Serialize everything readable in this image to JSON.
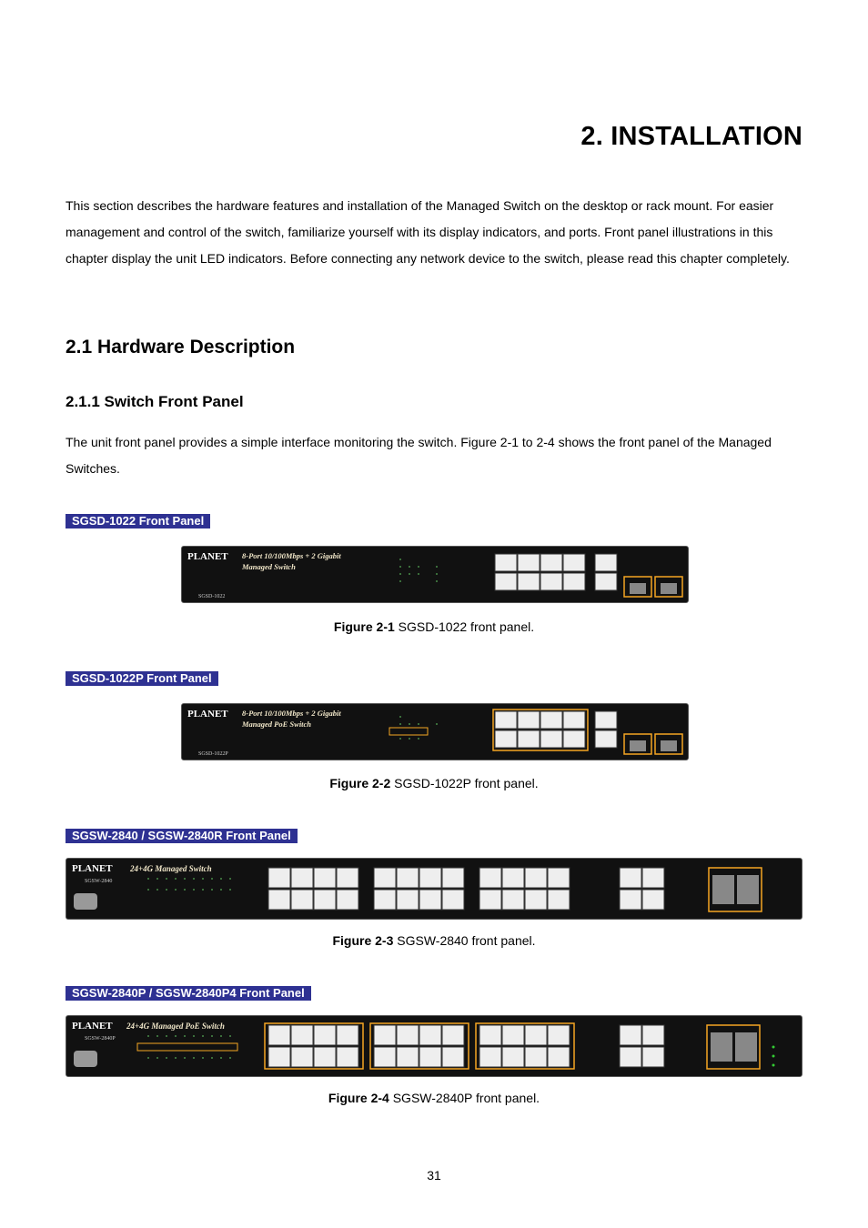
{
  "chapter": {
    "title": "2. INSTALLATION"
  },
  "intro": "This section describes the hardware features and installation of the Managed Switch on the desktop or rack mount. For easier management and control of the switch, familiarize yourself with its display indicators, and ports. Front panel illustrations in this chapter display the unit LED indicators. Before connecting any network device to the switch, please read this chapter completely.",
  "section": {
    "title": "2.1 Hardware Description"
  },
  "subsection": {
    "title": "2.1.1 Switch Front Panel",
    "text": "The unit front panel provides a simple interface monitoring the switch. Figure 2-1 to 2-4 shows the front panel of the Managed Switches."
  },
  "figures": [
    {
      "label": "SGSD-1022 Front Panel",
      "caption_bold": "Figure 2-1",
      "caption_text": " SGSD-1022 front panel.",
      "panel": {
        "brand": "PLANET",
        "title1": "8-Port 10/100Mbps + 2 Gigabit",
        "title2": "Managed Switch",
        "model": "SGSD-1022"
      }
    },
    {
      "label": "SGSD-1022P Front Panel",
      "caption_bold": "Figure 2-2",
      "caption_text": " SGSD-1022P front panel.",
      "panel": {
        "brand": "PLANET",
        "title1": "8-Port 10/100Mbps + 2 Gigabit",
        "title2": "Managed PoE Switch",
        "model": "SGSD-1022P"
      }
    },
    {
      "label": "SGSW-2840 / SGSW-2840R Front Panel",
      "caption_bold": "Figure 2-3",
      "caption_text": " SGSW-2840 front panel.",
      "panel": {
        "brand": "PLANET",
        "title1": "24+4G Managed Switch",
        "model": "SGSW-2840"
      }
    },
    {
      "label": "SGSW-2840P / SGSW-2840P4 Front Panel",
      "caption_bold": "Figure 2-4",
      "caption_text": " SGSW-2840P front panel.",
      "panel": {
        "brand": "PLANET",
        "title1": "24+4G Managed PoE Switch",
        "model": "SGSW-2840P"
      }
    }
  ],
  "page_number": "31",
  "colors": {
    "label_bg": "#2e3192",
    "poe_highlight": "#f5a623",
    "panel_bg": "#111111"
  }
}
